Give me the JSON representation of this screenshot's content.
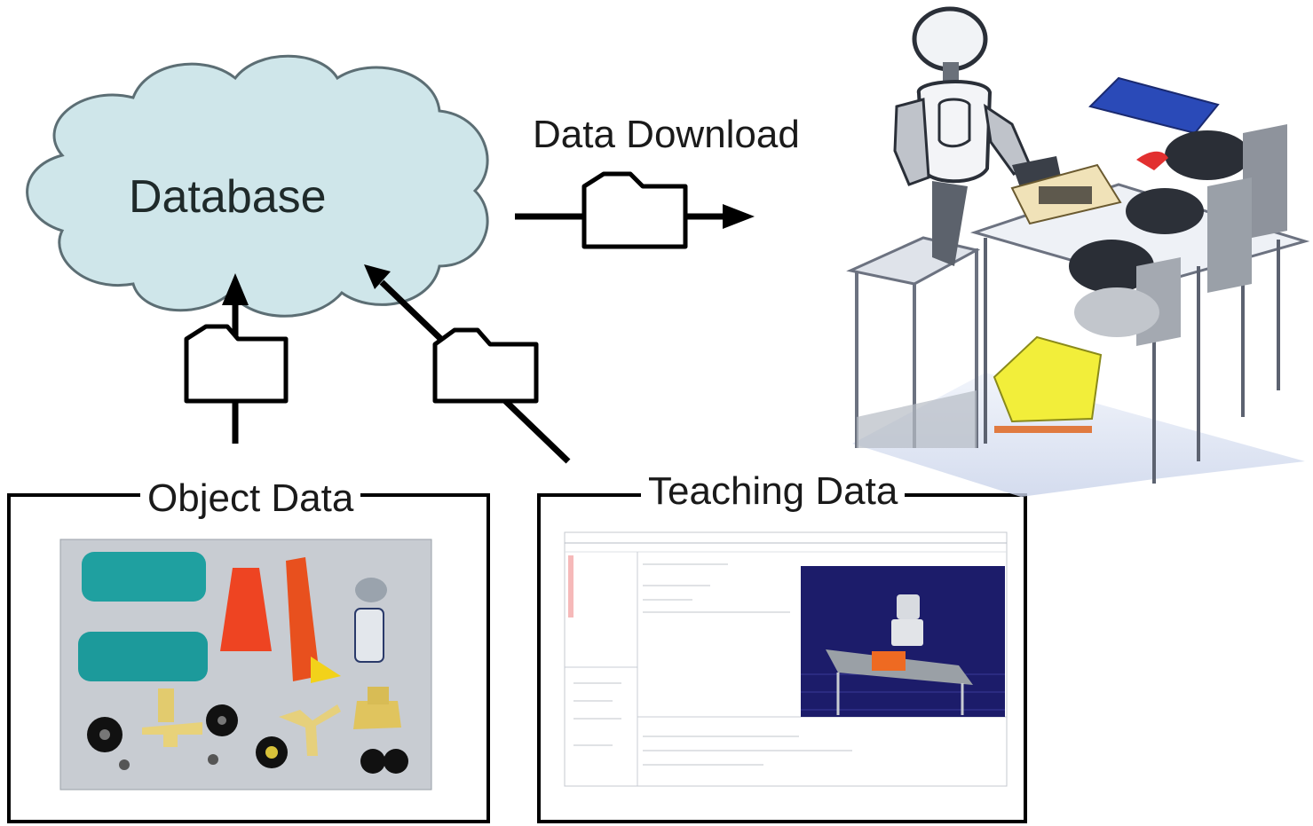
{
  "diagram": {
    "database_label": "Database",
    "download_label": "Data Download",
    "object_data_label": "Object Data",
    "teaching_data_label": "Teaching Data"
  },
  "colors": {
    "cloud_fill": "#cfe6ea",
    "cloud_stroke": "#5c6e74",
    "part_teal": "#1fa0a0",
    "part_red": "#ee4422",
    "sim_background": "#1c1c6a"
  }
}
